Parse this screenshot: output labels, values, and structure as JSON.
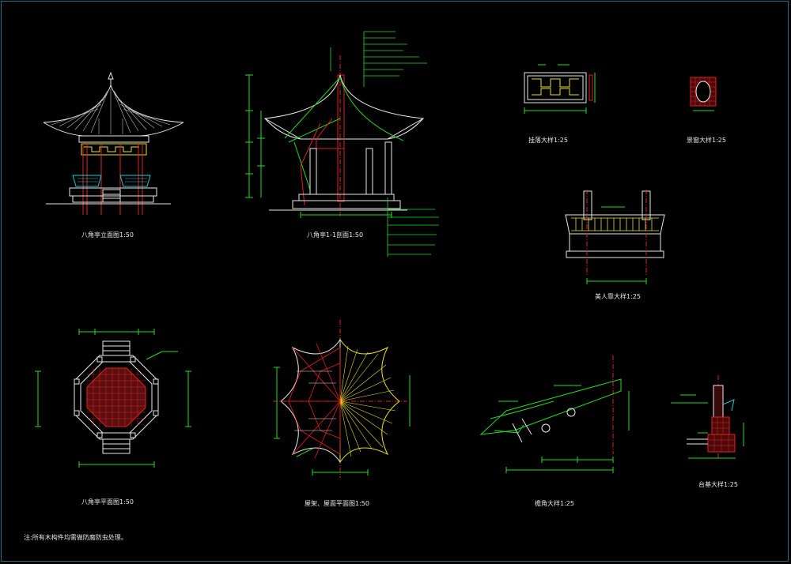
{
  "drawing": {
    "background": "#000000",
    "line_colors": {
      "white": "#e8e8e8",
      "green": "#22dd22",
      "red": "#e02020",
      "yellow": "#e8e020",
      "cyan": "#20c8d8"
    },
    "captions": [
      {
        "id": "front-elevation",
        "text": "八角亭立面图1:50"
      },
      {
        "id": "section-1-1",
        "text": "八角亭1-1剖面1:50"
      },
      {
        "id": "railing-detail",
        "text": "挂落大样1:25"
      },
      {
        "id": "window-detail",
        "text": "景窗大样1:25"
      },
      {
        "id": "seat-detail",
        "text": "美人靠大样1:25"
      },
      {
        "id": "plan",
        "text": "八角亭平面图1:50"
      },
      {
        "id": "roof-plan",
        "text": "屋架、屋面平面图1:50"
      },
      {
        "id": "eave-detail",
        "text": "檐角大样1:25"
      },
      {
        "id": "base-detail",
        "text": "台基大样1:25"
      }
    ],
    "footer_note": "注:所有木构件均需做防腐防虫处理。"
  }
}
